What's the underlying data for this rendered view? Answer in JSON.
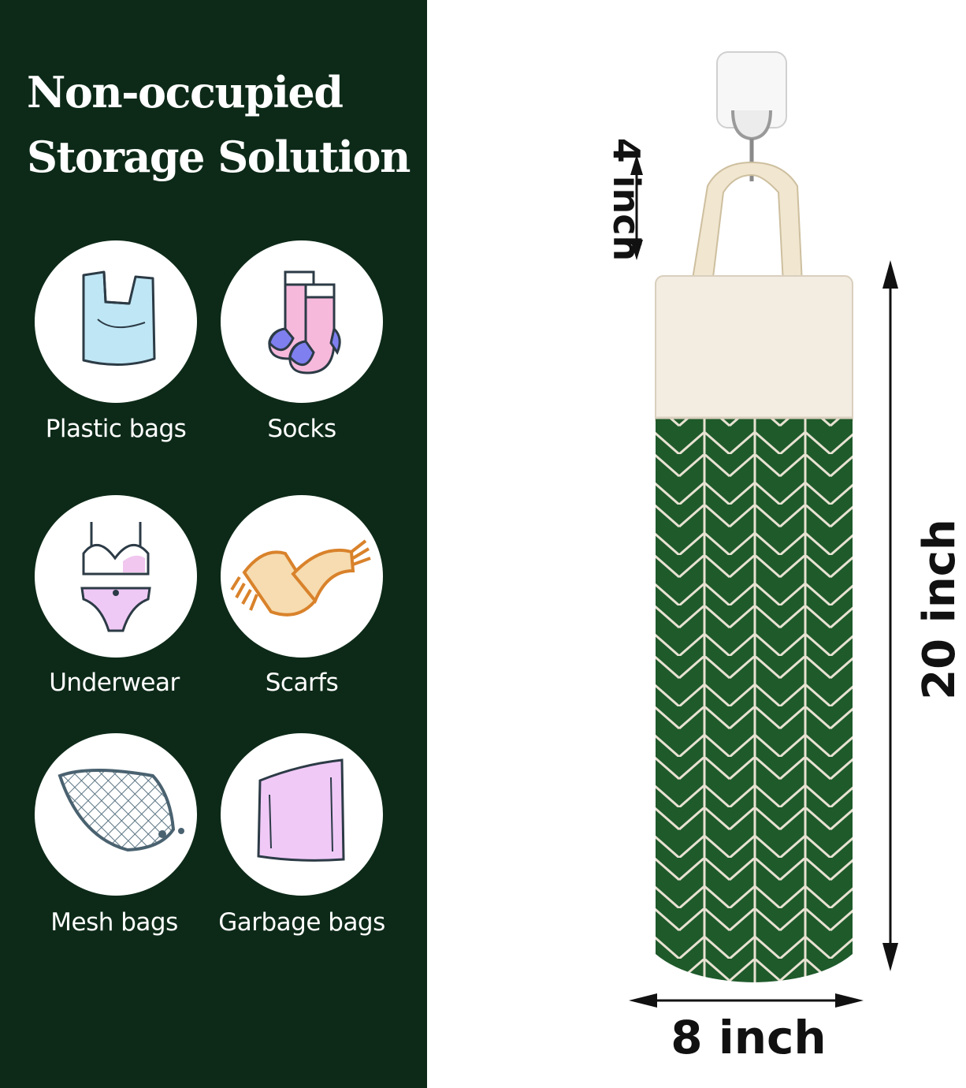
{
  "headline": {
    "line1": "Non-occupied",
    "line2": "Storage Solution"
  },
  "uses": [
    {
      "label": "Plastic bags",
      "icon": "plastic-bag-icon"
    },
    {
      "label": "Socks",
      "icon": "socks-icon"
    },
    {
      "label": "Underwear",
      "icon": "underwear-icon"
    },
    {
      "label": "Scarfs",
      "icon": "scarf-icon"
    },
    {
      "label": "Mesh bags",
      "icon": "mesh-bag-icon"
    },
    {
      "label": "Garbage bags",
      "icon": "garbage-bag-icon"
    }
  ],
  "dimensions": {
    "hanger": "4 inch",
    "height": "20 inch",
    "width": "8 inch"
  },
  "colors": {
    "panel": "#0d2a18",
    "fabric_green": "#1f5a2b",
    "fabric_cream": "#f3ece1"
  }
}
